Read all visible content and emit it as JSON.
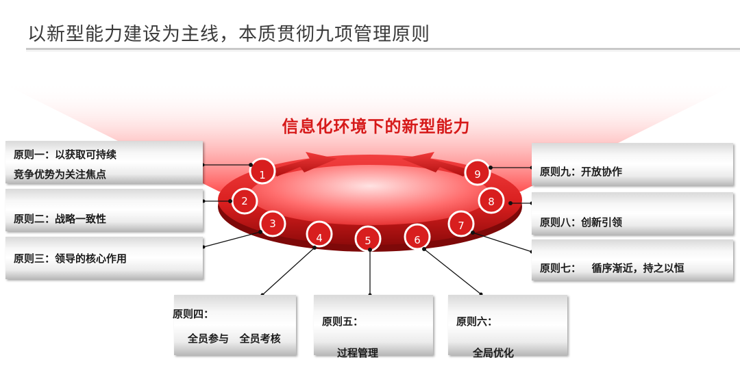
{
  "header": {
    "title": "以新型能力建设为主线，本质贯彻九项管理原则"
  },
  "center": {
    "label": "信息化环境下的新型能力"
  },
  "numbers": [
    "1",
    "2",
    "3",
    "4",
    "5",
    "6",
    "7",
    "8",
    "9"
  ],
  "principles": {
    "p1": {
      "line1": "原则一：以获取可持续",
      "line2": "竞争优势为关注焦点"
    },
    "p2": {
      "line1": "原则二：战略一致性"
    },
    "p3": {
      "line1": "原则三：领导的核心作用"
    },
    "p4": {
      "line1": "原则四：",
      "line2": "全员参与   全员考核"
    },
    "p5": {
      "line1": "原则五：",
      "line2": "过程管理"
    },
    "p6": {
      "line1": "原则六：",
      "line2": "全局优化"
    },
    "p7": {
      "line1": "原则七：   循序渐近，持之以恒"
    },
    "p8": {
      "line1": "原则八：创新引领"
    },
    "p9": {
      "line1": "原则九：开放协作"
    }
  },
  "colors": {
    "ring": "#d81e1e",
    "ring_dark": "#9e0c0c",
    "glow": "#ff6b6b",
    "accent_text": "#d61a1a"
  }
}
